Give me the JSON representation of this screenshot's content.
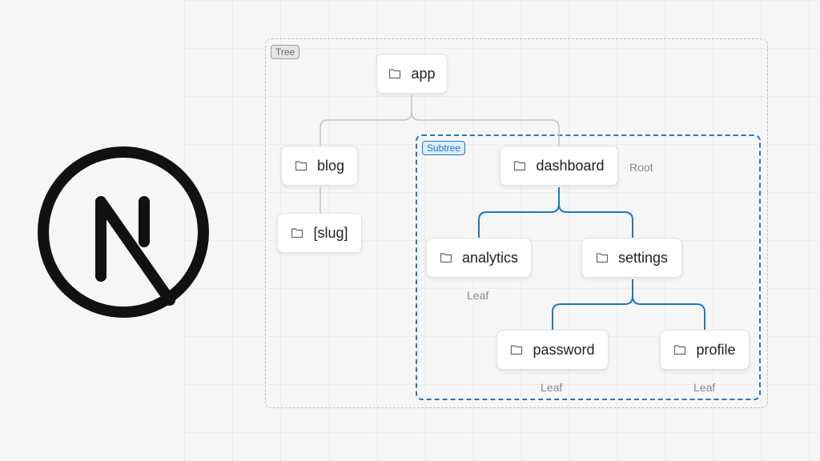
{
  "logo": {
    "icon": "nextjs-logo-icon"
  },
  "tags": {
    "tree": "Tree",
    "subtree": "Subtree"
  },
  "nodes": {
    "app": "app",
    "blog": "blog",
    "slug": "[slug]",
    "dashboard": "dashboard",
    "analytics": "analytics",
    "settings": "settings",
    "password": "password",
    "profile": "profile"
  },
  "notes": {
    "root": "Root",
    "leaf_analytics": "Leaf",
    "leaf_password": "Leaf",
    "leaf_profile": "Leaf"
  },
  "colors": {
    "tree_edge": "#c4c4c4",
    "subtree_edge": "#1e78c8",
    "subtree_border": "#1e78c8"
  },
  "icons": {
    "node": "folder-icon"
  }
}
